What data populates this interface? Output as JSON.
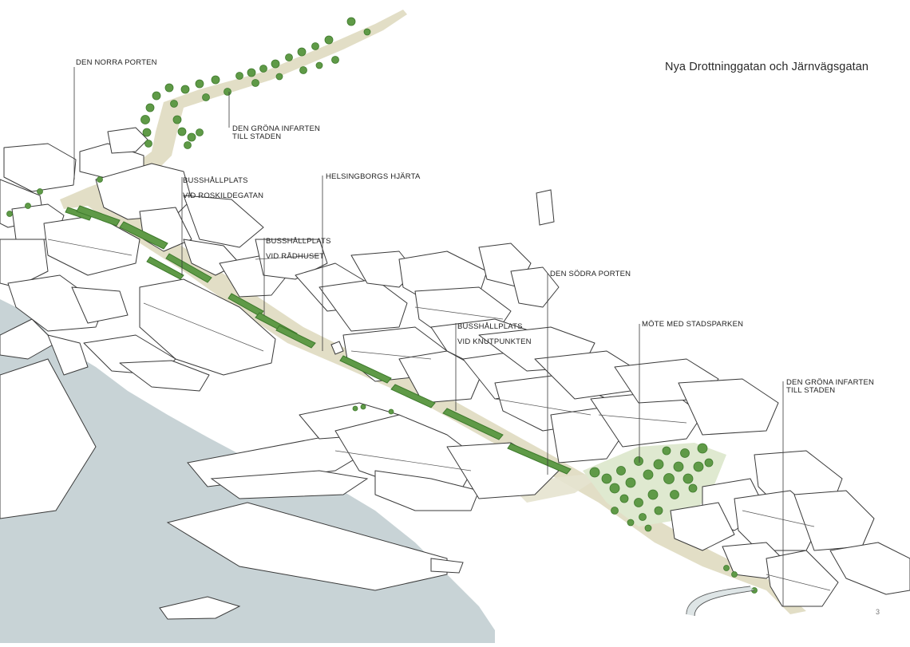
{
  "title": "Nya Drottninggatan och Järnvägsgatan",
  "page_number": "3",
  "labels": {
    "norra_porten": "DEN NORRA PORTEN",
    "grona_infarten_north_1": "DEN GRÖNA INFARTEN",
    "grona_infarten_north_2": "TILL STADEN",
    "buss_roskildegatan_1": "BUSSHÅLLPLATS",
    "buss_roskildegatan_2": "VID ROSKILDEGATAN",
    "buss_radhuset_1": "BUSSHÅLLPLATS",
    "buss_radhuset_2": "VID RÅDHUSET",
    "hjarta": "HELSINGBORGS HJÄRTA",
    "sodra_porten": "DEN SÖDRA PORTEN",
    "buss_knutpunkten_1": "BUSSHÅLLPLATS",
    "buss_knutpunkten_2": "VID KNUTPUNKTEN",
    "stadsparken": "MÖTE MED STADSPARKEN",
    "grona_infarten_south_1": "DEN GRÖNA INFARTEN",
    "grona_infarten_south_2": "TILL STADEN"
  },
  "colors": {
    "water": "#c8d3d6",
    "road_band": "#ddd8bc",
    "green_fill": "#5f9a47",
    "green_dark": "#3e7a2c",
    "green_light": "#dfe9d0",
    "line": "#3a3a3a"
  }
}
